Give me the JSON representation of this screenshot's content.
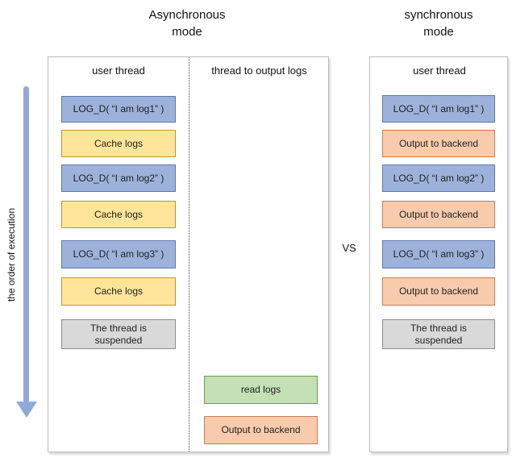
{
  "titles": {
    "left": "Asynchronous\nmode",
    "right": "synchronous\nmode",
    "vs": "VS"
  },
  "execution_arrow": {
    "label": "the order of execution"
  },
  "panels": {
    "async": {
      "user_thread": {
        "header": "user thread",
        "boxes": [
          {
            "label": "LOG_D( “I am log1” )",
            "type": "log-call"
          },
          {
            "label": "Cache logs",
            "type": "cache"
          },
          {
            "label": "LOG_D( “I am log2” )",
            "type": "log-call"
          },
          {
            "label": "Cache logs",
            "type": "cache"
          },
          {
            "label": "LOG_D( “I am log3” )",
            "type": "log-call"
          },
          {
            "label": "Cache logs",
            "type": "cache"
          },
          {
            "label": "The thread is suspended",
            "type": "suspended"
          }
        ]
      },
      "output_thread": {
        "header": "thread to output logs",
        "boxes": [
          {
            "label": "read logs",
            "type": "read"
          },
          {
            "label": "Output to backend",
            "type": "output"
          }
        ]
      }
    },
    "sync": {
      "user_thread": {
        "header": "user thread",
        "boxes": [
          {
            "label": "LOG_D( “I am log1” )",
            "type": "log-call"
          },
          {
            "label": "Output to backend",
            "type": "output"
          },
          {
            "label": "LOG_D( “I am log2” )",
            "type": "log-call"
          },
          {
            "label": "Output to backend",
            "type": "output"
          },
          {
            "label": "LOG_D( “I am log3” )",
            "type": "log-call"
          },
          {
            "label": "Output to backend",
            "type": "output"
          },
          {
            "label": "The thread is suspended",
            "type": "suspended"
          }
        ]
      }
    }
  },
  "colors": {
    "log_call_fill": "#9db2db",
    "log_call_border": "#5b79b0",
    "cache_fill": "#ffe599",
    "cache_border": "#bd9332",
    "output_fill": "#f8cbad",
    "output_border": "#c87d52",
    "read_fill": "#c5e0b4",
    "read_border": "#6d9a50",
    "suspended_fill": "#d9d9d9",
    "suspended_border": "#8c8c8c",
    "arrow": "#8ea9db"
  }
}
